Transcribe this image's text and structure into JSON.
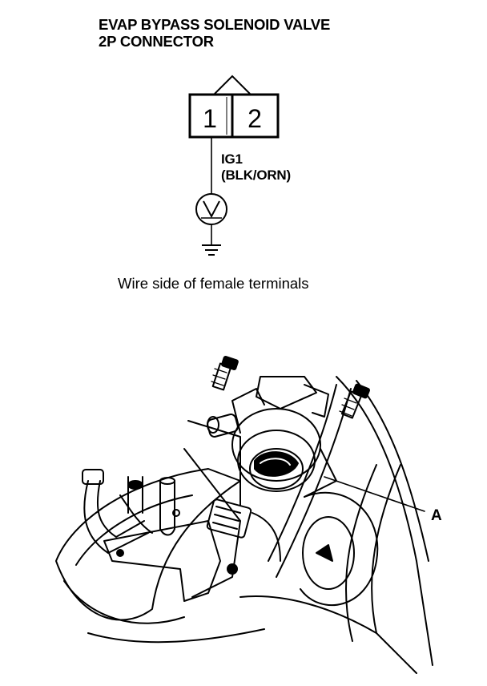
{
  "header": {
    "title_line1": "EVAP BYPASS SOLENOID VALVE",
    "title_line2": "2P CONNECTOR"
  },
  "connector": {
    "pins": [
      "1",
      "2"
    ]
  },
  "wire": {
    "name": "IG1",
    "color_code": "(BLK/ORN)"
  },
  "caption": "Wire side of female terminals",
  "illustration": {
    "callout_label": "A"
  }
}
